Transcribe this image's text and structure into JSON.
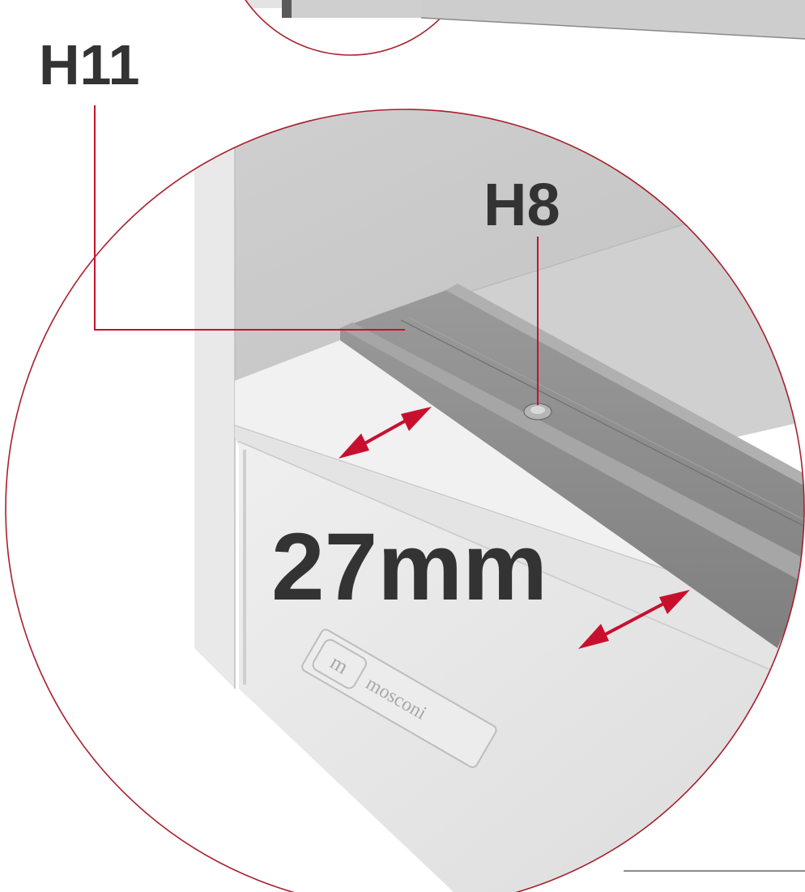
{
  "labels": {
    "part_h11": "H11",
    "part_h8": "H8",
    "dimension": "27mm",
    "logo_text": "mosconi",
    "logo_mark": "m"
  },
  "colors": {
    "accent_red": "#c8102e",
    "label_dark": "#333333",
    "panel_light": "#e6e6e6",
    "panel_mid": "#d4d4d4",
    "rail_dark": "#8c8c8c"
  }
}
